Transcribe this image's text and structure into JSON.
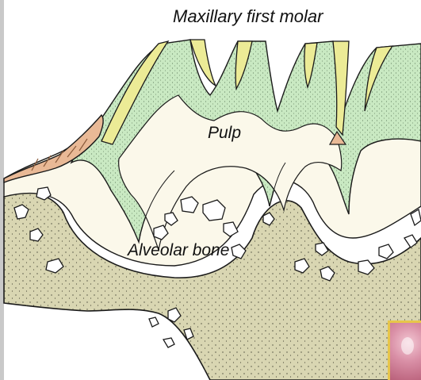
{
  "diagram": {
    "title": "Maxillary first molar",
    "labels": {
      "pulp": "Pulp",
      "bone": "Alveolar bone"
    },
    "colors": {
      "enamel": "#eceb96",
      "dentin": "#c9e9c2",
      "pulp": "#fbf8ea",
      "bone": "#d9d6b2",
      "gingiva": "#e9b996",
      "outline": "#1a1a1a",
      "inset_border": "#e7c64a"
    }
  }
}
